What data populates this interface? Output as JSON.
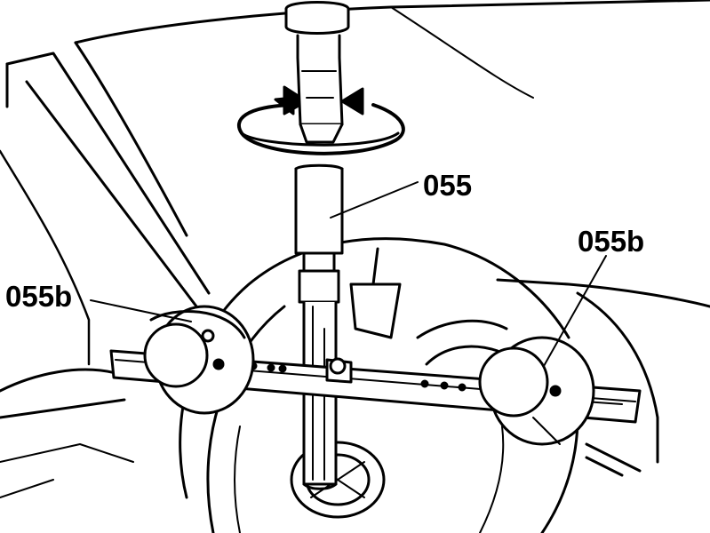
{
  "callouts": {
    "main_tool": "055",
    "left_adapter": "055b",
    "right_adapter": "055b"
  },
  "colors": {
    "ink": "#000000",
    "paper": "#ffffff"
  },
  "icons": {
    "rotation": "rotation-arrows-icon"
  }
}
